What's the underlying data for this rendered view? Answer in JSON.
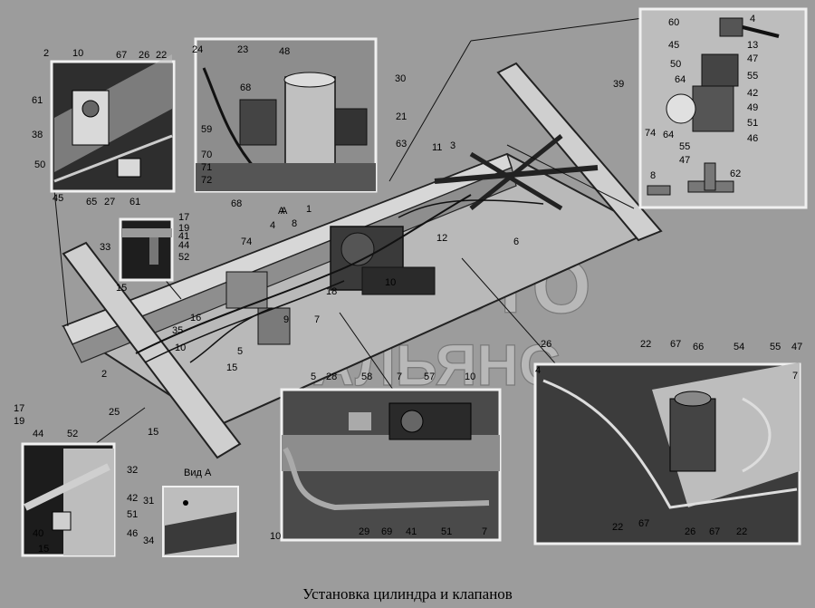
{
  "caption": "Установка цилиндра и клапанов",
  "watermark": {
    "line1": "АВТО",
    "line2": "АЛЬЯНС"
  },
  "view_label": "Вид А",
  "arrow_label": "А",
  "colors": {
    "background": "#9c9c9c",
    "inset_dark": "#2e2e2e",
    "inset_light": "#bdbdbd",
    "frame": "#f0f0f0"
  },
  "callouts": {
    "tl": [
      "2",
      "10",
      "67",
      "26",
      "22",
      "61",
      "38",
      "50",
      "45",
      "65",
      "27",
      "61"
    ],
    "tc": [
      "24",
      "23",
      "48",
      "30",
      "68",
      "21",
      "59",
      "63",
      "70",
      "71",
      "72",
      "68"
    ],
    "tr": [
      "60",
      "4",
      "45",
      "13",
      "47",
      "50",
      "39",
      "64",
      "55",
      "42",
      "49",
      "74",
      "51",
      "64",
      "46",
      "55",
      "47",
      "8",
      "62"
    ],
    "ml": [
      "17",
      "19",
      "41",
      "44",
      "33",
      "52"
    ],
    "main": [
      "11",
      "3",
      "1",
      "А",
      "6",
      "74",
      "4",
      "8",
      "12",
      "15",
      "18",
      "10",
      "16",
      "35",
      "10",
      "9",
      "7",
      "5",
      "15",
      "2",
      "25",
      "15"
    ],
    "bl": [
      "17",
      "19",
      "44",
      "52",
      "32",
      "42",
      "51",
      "40",
      "46",
      "15"
    ],
    "ba": [
      "31",
      "34"
    ],
    "bc": [
      "5",
      "28",
      "58",
      "7",
      "57",
      "10",
      "10",
      "29",
      "69",
      "41",
      "51",
      "7"
    ],
    "br": [
      "26",
      "4",
      "22",
      "67",
      "66",
      "54",
      "55",
      "47",
      "7",
      "22",
      "67",
      "26",
      "67",
      "22"
    ]
  }
}
